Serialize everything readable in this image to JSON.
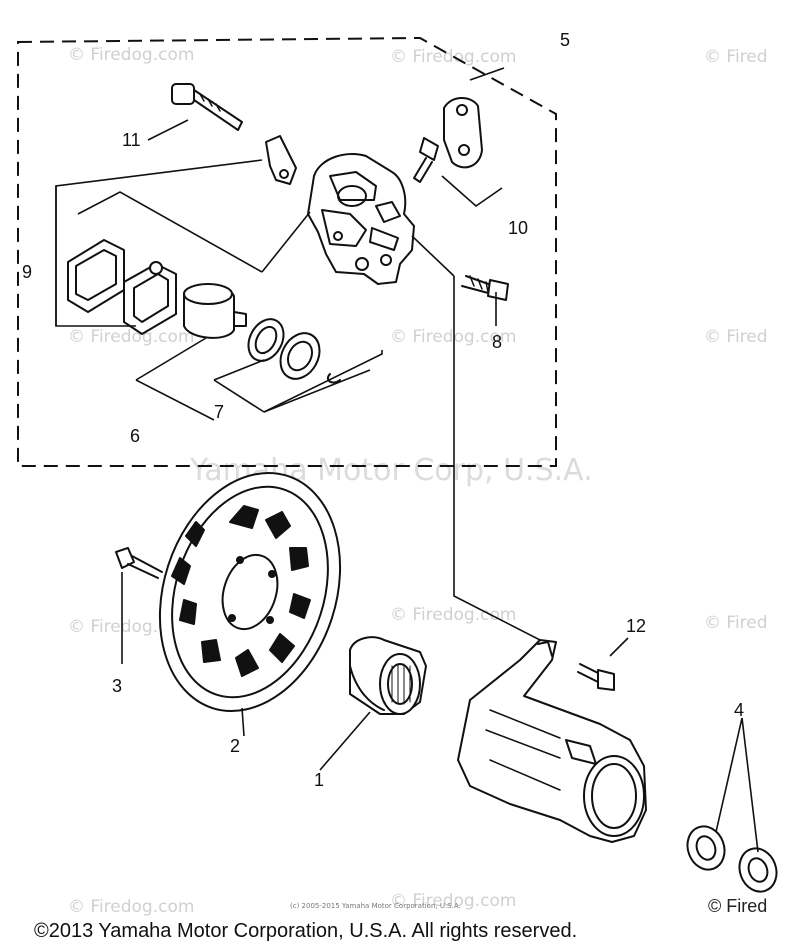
{
  "watermarks": {
    "site": "© Firedog.com",
    "site_cut": "© Fired",
    "center": "Yamaha Motor Corp, U.S.A.",
    "fine_print": "(c) 2005-2015 Yamaha Motor Corporation, U.S.A."
  },
  "copyright": "©2013 Yamaha Motor Corporation, U.S.A. All rights reserved.",
  "corner_watermark": "© Fired",
  "callouts": {
    "c1": "1",
    "c2": "2",
    "c3": "3",
    "c4": "4",
    "c5": "5",
    "c6": "6",
    "c7": "7",
    "c8": "8",
    "c9": "9",
    "c10": "10",
    "c11": "11",
    "c12": "12"
  },
  "parts": [
    "rear-hub",
    "brake-disc",
    "disc-bolt",
    "nut-pair",
    "caliper-assembly",
    "piston",
    "piston-seal",
    "bolt",
    "pad-set",
    "pad-support",
    "pin-bolt",
    "mounting-bolt"
  ]
}
